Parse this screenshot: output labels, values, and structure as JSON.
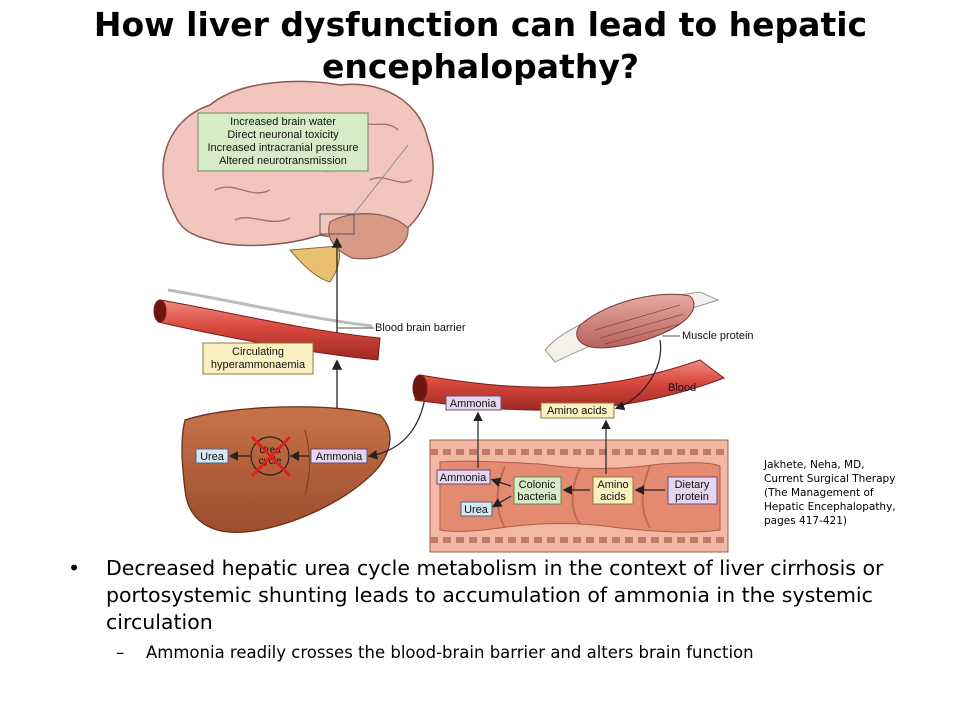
{
  "title": "How liver dysfunction can lead to hepatic encephalopathy?",
  "diagram": {
    "brain_effects": [
      "Increased brain water",
      "Direct neuronal toxicity",
      "Increased intracranial pressure",
      "Altered neurotransmission"
    ],
    "blood_brain_barrier": "Blood brain barrier",
    "circulating": [
      "Circulating",
      "hyperammonaemia"
    ],
    "muscle_protein": "Muscle protein",
    "blood": "Blood",
    "ammonia_vessel": "Ammonia",
    "amino_acids_vessel": "Amino acids",
    "urea_liver": "Urea",
    "urea_cycle": [
      "Urea",
      "cycle"
    ],
    "ammonia_liver": "Ammonia",
    "ammonia_gut": "Ammonia",
    "urea_gut": "Urea",
    "colonic_bacteria": [
      "Colonic",
      "bacteria"
    ],
    "amino_acids_gut": [
      "Amino",
      "acids"
    ],
    "dietary_protein": [
      "Dietary",
      "protein"
    ]
  },
  "citation": [
    "Jakhete, Neha, MD,",
    "Current Surgical Therapy",
    "(The Management of",
    "Hepatic Encephalopathy,",
    "pages 417-421)"
  ],
  "bullets": {
    "main": "Decreased hepatic urea cycle metabolism in the context of liver cirrhosis or portosystemic shunting leads to accumulation of ammonia in the systemic circulation",
    "sub": "Ammonia readily crosses the blood-brain barrier and alters brain function"
  },
  "colors": {
    "vessel": "#d9483e",
    "liver": "#b5613a",
    "brain": "#f2c6bf",
    "green_box": "#d6ecc8",
    "yellow_box": "#fbf0c2",
    "blue_box": "#d5e8f2",
    "purple_box": "#e6d5ec"
  }
}
